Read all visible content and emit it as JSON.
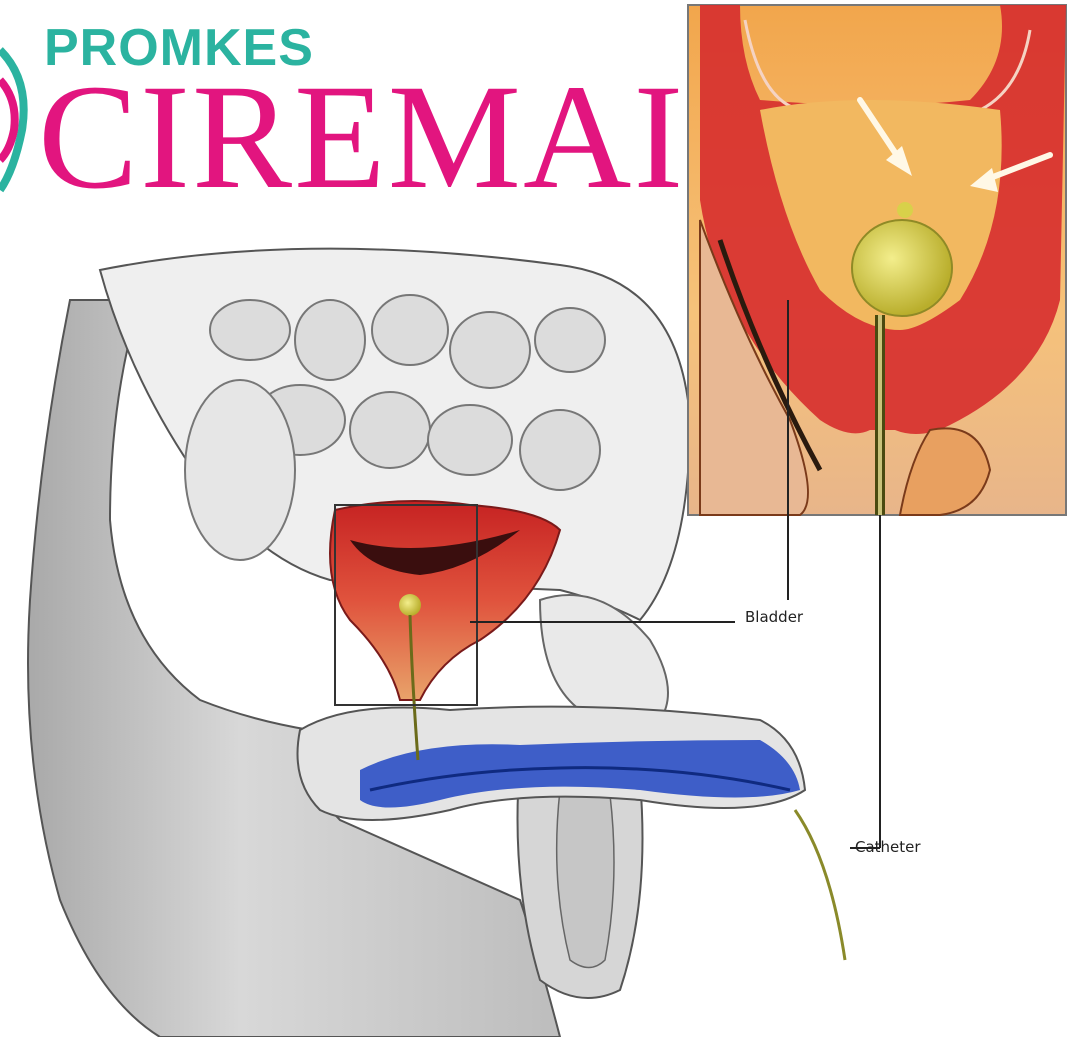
{
  "logo": {
    "line1": "PROMKES",
    "line2": "CIREMAI",
    "color_line1": "#2bb3a0",
    "color_line2": "#e2157f"
  },
  "labels": {
    "bladder": "Bladder",
    "catheter": "Catheter"
  },
  "colors": {
    "bladder_wall": "#d7302f",
    "bladder_inner": "#f0a24a",
    "balloon": "#d8d14a",
    "urethra_blue": "#2b4fc4",
    "skin": "#cfcfcf"
  }
}
